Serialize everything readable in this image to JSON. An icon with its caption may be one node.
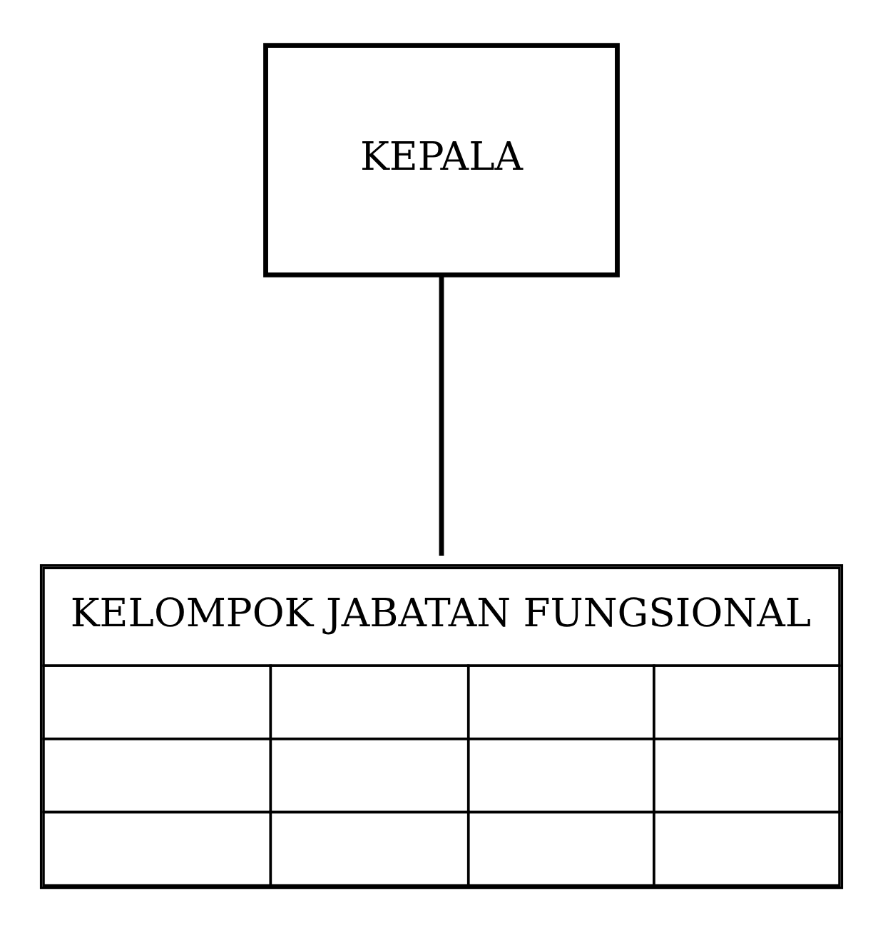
{
  "diagram": {
    "nodes": [
      {
        "text": [
          "KEPALA"
        ]
      },
      {
        "text": [
          "KELOMPOK JABATAN FUNGSIONAL"
        ]
      }
    ],
    "edges": [
      {
        "from": 0,
        "to": 1,
        "arrow": "none"
      }
    ]
  }
}
